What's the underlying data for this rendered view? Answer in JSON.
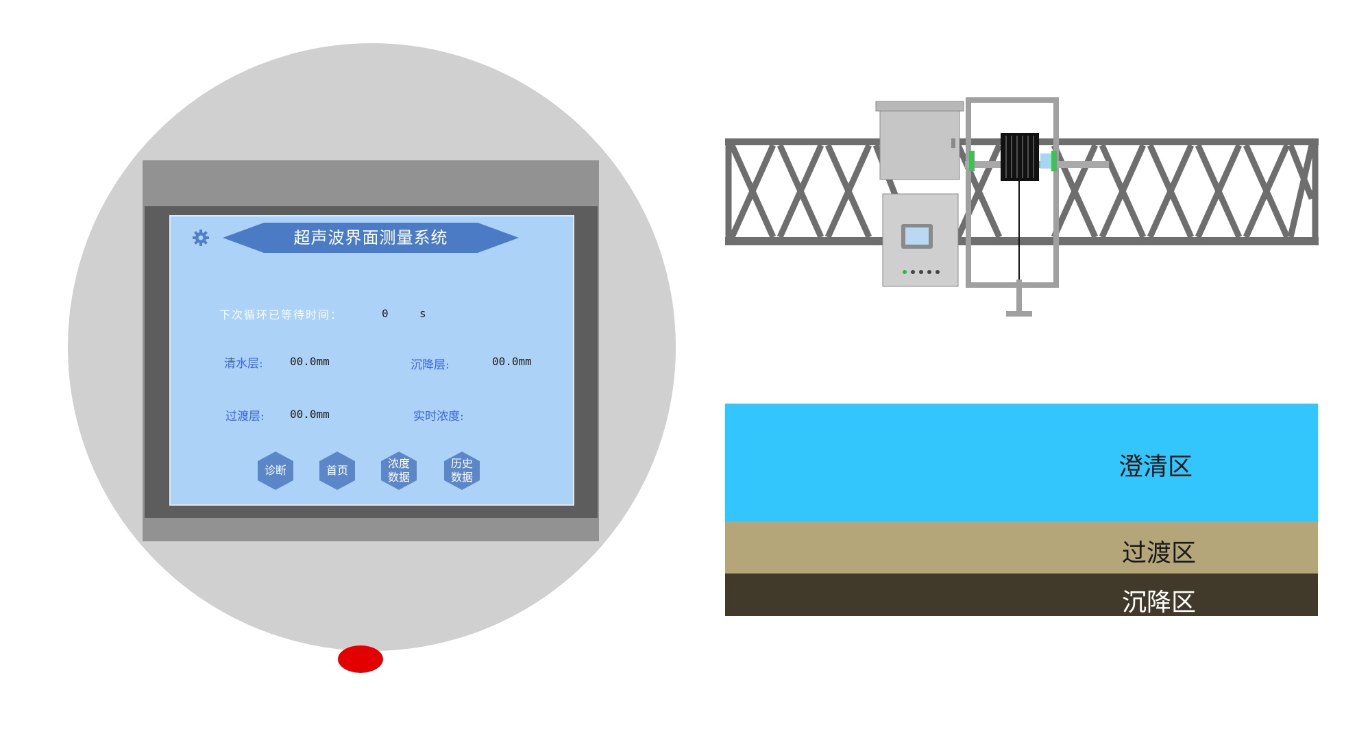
{
  "hmi": {
    "title": "超声波界面测量系统",
    "wait_label": "下次循环已等待时间：",
    "wait_value": "0",
    "wait_unit": "s",
    "clear_layer_label": "清水层:",
    "clear_layer_value": "00.0mm",
    "settle_layer_label": "沉降层:",
    "settle_layer_value": "00.0mm",
    "transition_layer_label": "过渡层:",
    "transition_layer_value": "00.0mm",
    "concentration_label": "实时浓度:",
    "buttons": [
      {
        "line1": "诊断",
        "line2": ""
      },
      {
        "line1": "首页",
        "line2": ""
      },
      {
        "line1": "浓度",
        "line2": "数据"
      },
      {
        "line1": "历史",
        "line2": "数据"
      }
    ]
  },
  "zones": {
    "clear": "澄清区",
    "transition": "过渡区",
    "settle": "沉降区"
  },
  "colors": {
    "screen": "#acd3f7",
    "banner": "#4a7bc4",
    "hex_button": "#5b86c7",
    "label_blue": "#3b63e6",
    "clear_zone": "#32c6fc",
    "transition_zone": "#b5a67a",
    "settle_zone": "#413a2a",
    "alarm_red": "#e30000"
  }
}
